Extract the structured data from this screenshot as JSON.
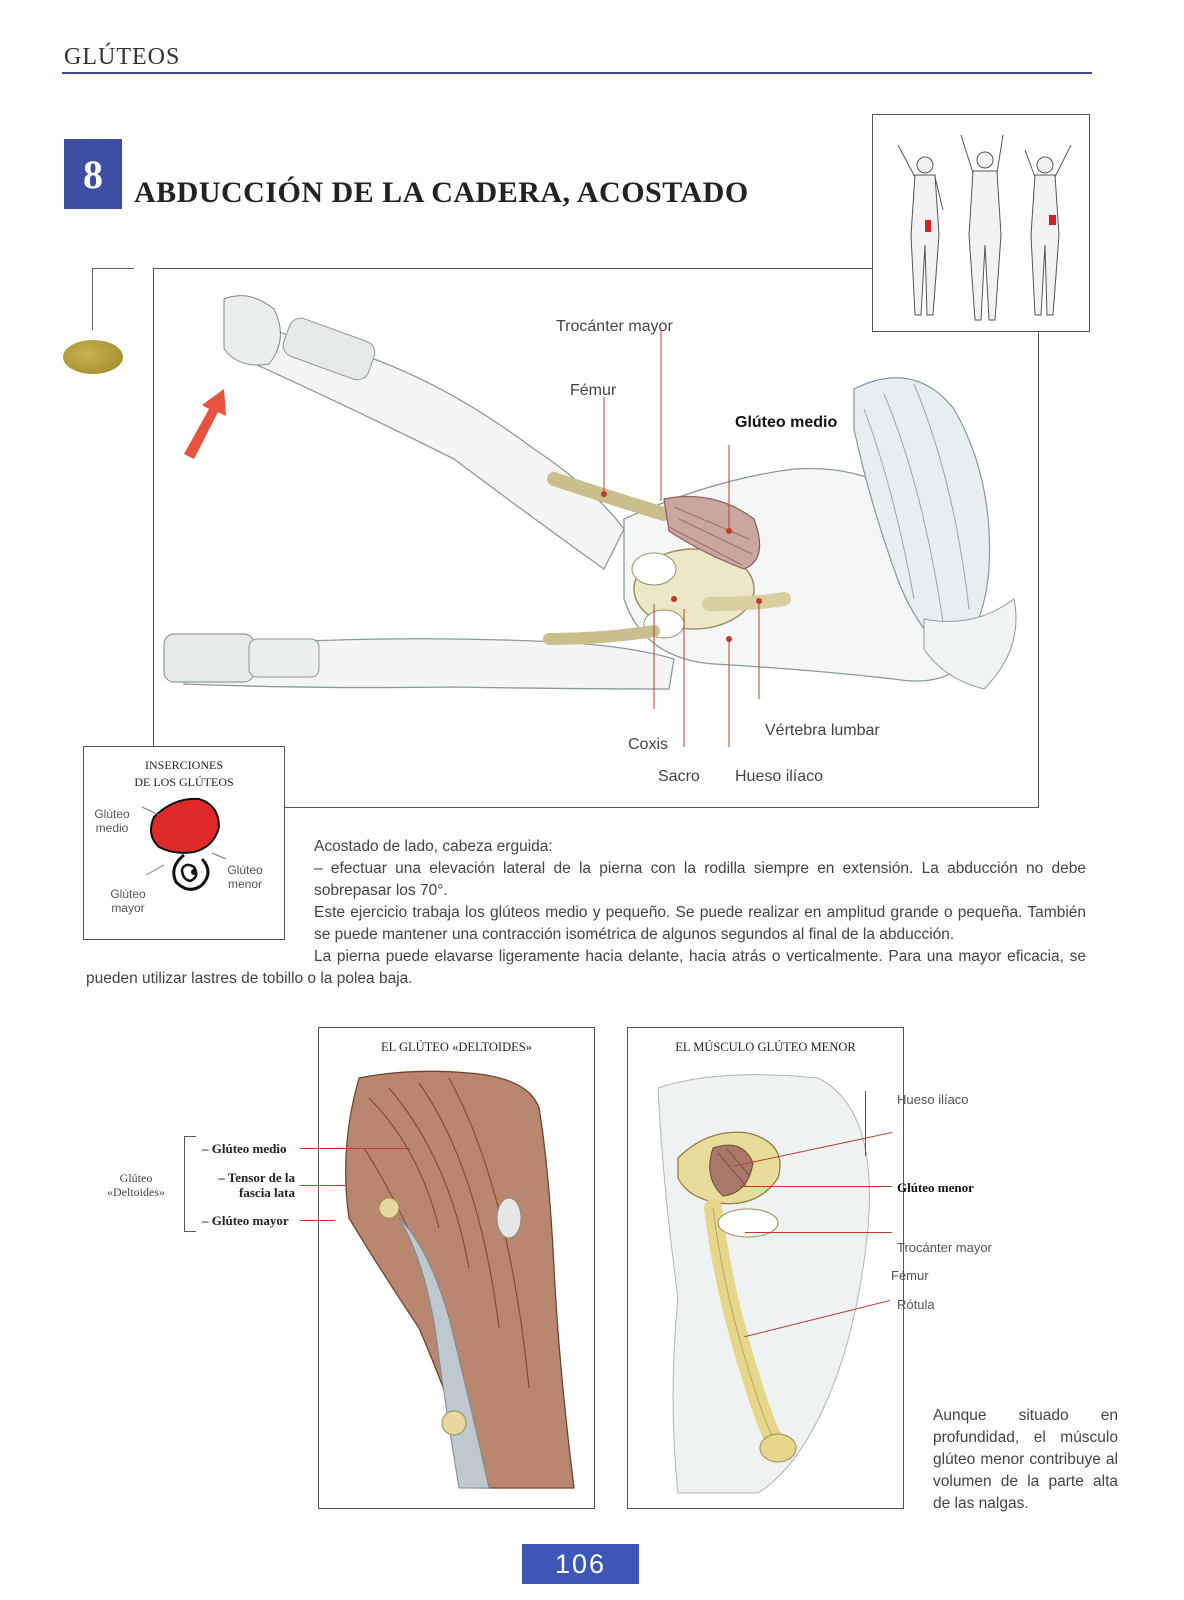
{
  "header": {
    "section": "GLÚTEOS"
  },
  "exercise": {
    "number": "8",
    "title": "ABDUCCIÓN DE LA CADERA, ACOSTADO"
  },
  "main_labels": {
    "trocanter_mayor": "Trocánter mayor",
    "femur": "Fémur",
    "gluteo_medio": "Glúteo medio",
    "coxis": "Coxis",
    "sacro": "Sacro",
    "hueso_iliaco": "Hueso ilíaco",
    "vertebra_lumbar": "Vértebra lumbar"
  },
  "insertions": {
    "title_line1": "INSERCIONES",
    "title_line2": "DE LOS GLÚTEOS",
    "medio_1": "Glúteo",
    "medio_2": "medio",
    "menor_1": "Glúteo",
    "menor_2": "menor",
    "mayor_1": "Glúteo",
    "mayor_2": "mayor"
  },
  "description": {
    "p1": "Acostado de lado, cabeza erguida:",
    "p2": "– efectuar una elevación lateral de la pierna con la rodilla siempre en extensión. La abducción no debe sobrepasar los 70°.",
    "p3": "Este ejercicio trabaja los glúteos medio y pequeño. Se puede realizar en amplitud grande o pequeña. También se puede mantener una contracción isométrica de algunos segundos al final de la abducción.",
    "p4": "La pierna puede elavarse ligeramente hacia delante, hacia atrás o verticalmente. Para una mayor eficacia, se pueden utilizar lastres de tobillo o la polea baja."
  },
  "deltoid_box": {
    "title": "EL GLÚTEO «DELTOIDES»",
    "group_1": "Glúteo",
    "group_2": "«Deltoides»",
    "item1": "– Glúteo medio",
    "item2_1": "– Tensor de la",
    "item2_2": "fascia lata",
    "item3": "– Glúteo mayor"
  },
  "minor_box": {
    "title": "EL MÚSCULO GLÚTEO MENOR",
    "hueso_iliaco": "Hueso ilíaco",
    "gluteo_menor": "Glúteo menor",
    "trocanter_mayor": "Trocánter mayor",
    "femur": "Fémur",
    "rotula": "Rótula"
  },
  "caption": "Aunque situado en profundidad, el músculo glúteo menor contribuye al volumen de la parte alta de las nalgas.",
  "page_number": "106",
  "colors": {
    "accent_blue": "#3d4ea3",
    "muscle_red": "#d4202a",
    "gold": "#b39b3a"
  }
}
